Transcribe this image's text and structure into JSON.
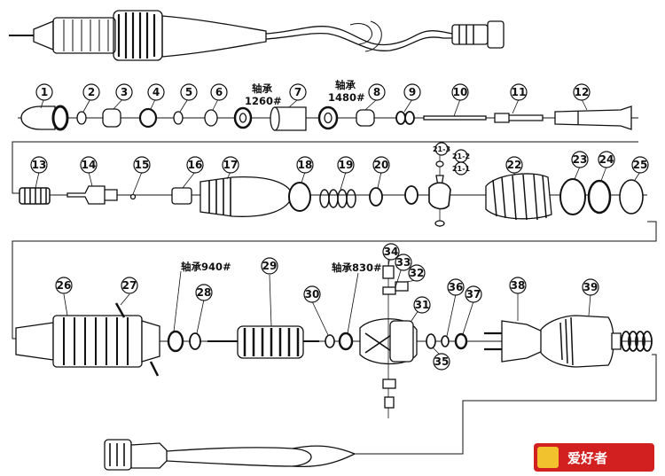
{
  "callouts": [
    {
      "n": "1"
    },
    {
      "n": "2"
    },
    {
      "n": "3"
    },
    {
      "n": "4"
    },
    {
      "n": "5"
    },
    {
      "n": "6"
    },
    {
      "n": "7"
    },
    {
      "n": "8"
    },
    {
      "n": "9"
    },
    {
      "n": "10"
    },
    {
      "n": "11"
    },
    {
      "n": "12"
    },
    {
      "n": "13"
    },
    {
      "n": "14"
    },
    {
      "n": "15"
    },
    {
      "n": "16"
    },
    {
      "n": "17"
    },
    {
      "n": "18"
    },
    {
      "n": "19"
    },
    {
      "n": "20"
    },
    {
      "n": "21-3"
    },
    {
      "n": "21-2"
    },
    {
      "n": "21-1"
    },
    {
      "n": "22"
    },
    {
      "n": "23"
    },
    {
      "n": "24"
    },
    {
      "n": "25"
    },
    {
      "n": "26"
    },
    {
      "n": "27"
    },
    {
      "n": "28"
    },
    {
      "n": "29"
    },
    {
      "n": "30"
    },
    {
      "n": "31"
    },
    {
      "n": "32"
    },
    {
      "n": "33"
    },
    {
      "n": "34"
    },
    {
      "n": "35"
    },
    {
      "n": "36"
    },
    {
      "n": "37"
    },
    {
      "n": "38"
    },
    {
      "n": "39"
    }
  ],
  "bearing_labels": {
    "b1260": [
      "轴承",
      "1260#"
    ],
    "b1480": [
      "轴承",
      "1480#"
    ],
    "b940": "轴承940#",
    "b830": "轴承830#"
  },
  "logo": {
    "text": "爱好者",
    "colors": {
      "bg": "#d21f1f",
      "text": "#ffffff",
      "accent": "#f2c12e"
    }
  }
}
